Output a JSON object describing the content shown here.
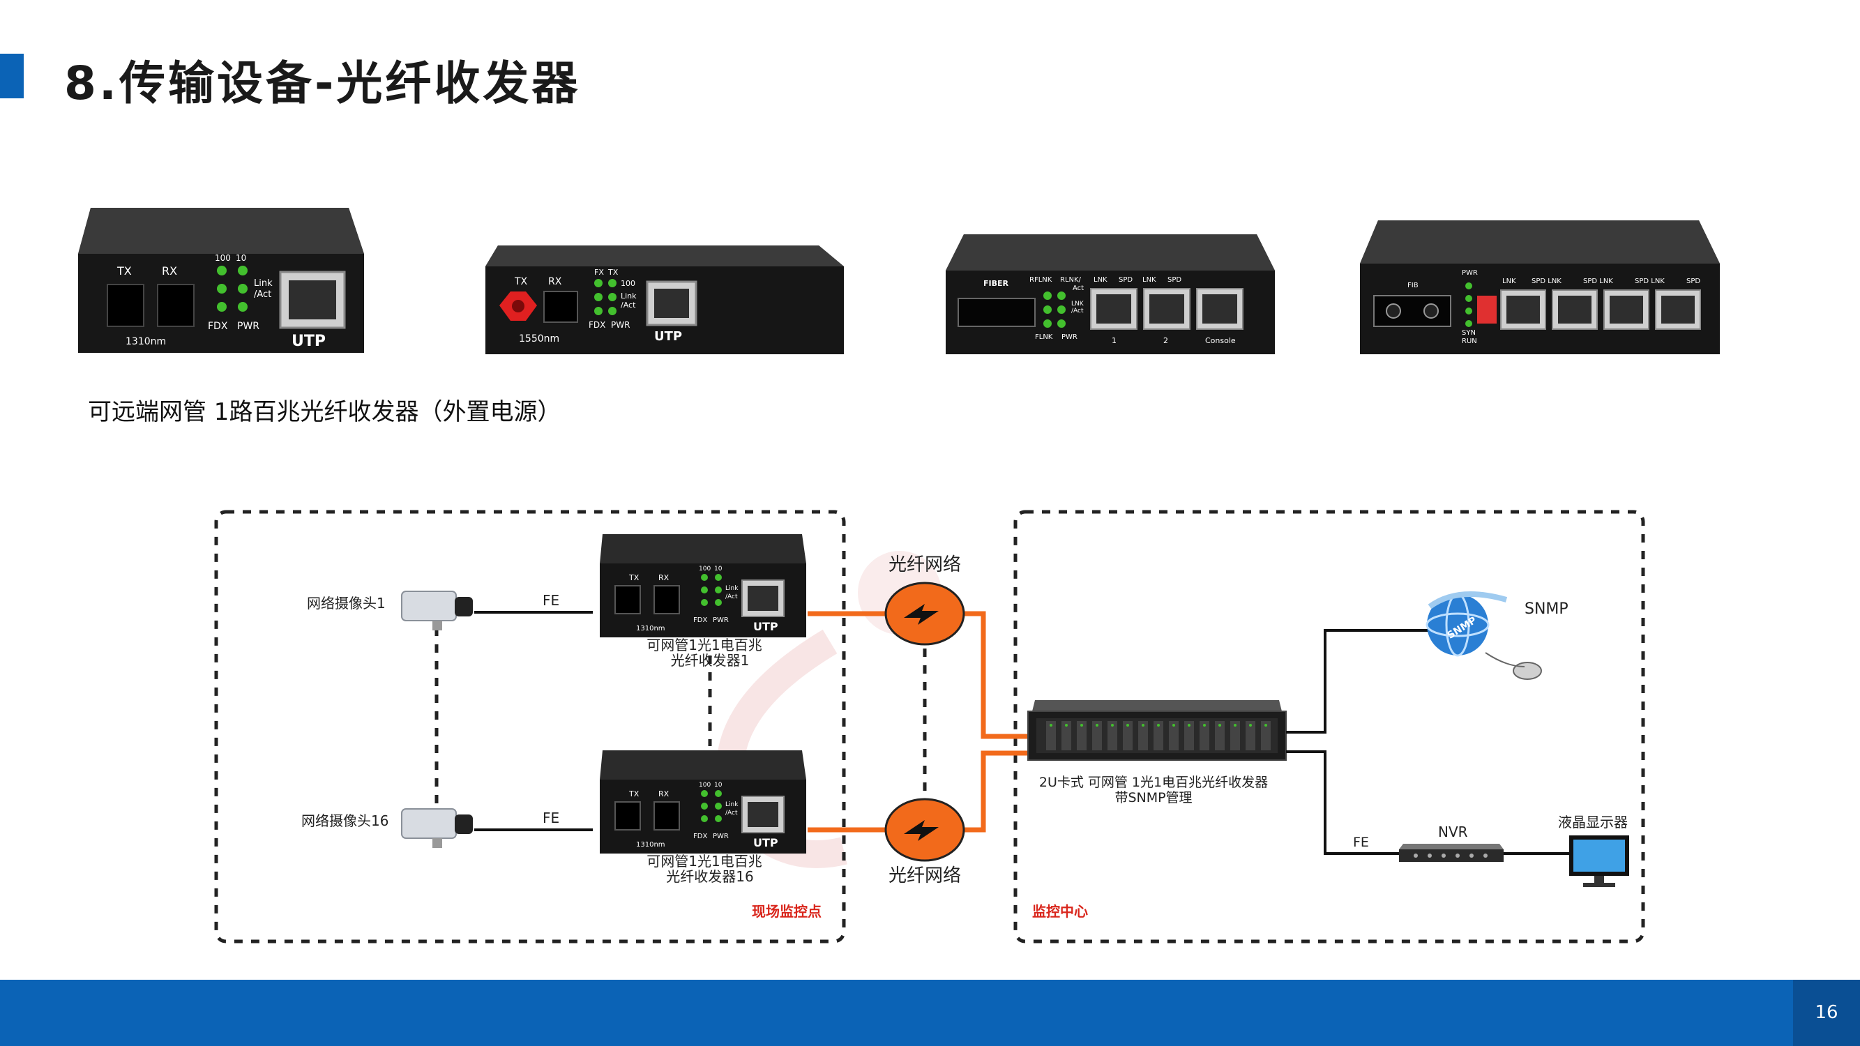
{
  "title": "8.传输设备-光纤收发器",
  "caption": "可远端网管 1路百兆光纤收发器（外置电源）",
  "page_number": "16",
  "products": [
    {
      "labels": {
        "tx": "TX",
        "rx": "RX",
        "s100": "100",
        "s10": "10",
        "link": "Link",
        "act": "/Act",
        "fdx": "FDX",
        "pwr": "PWR",
        "wave": "1310nm",
        "utp": "UTP"
      }
    },
    {
      "labels": {
        "tx": "TX",
        "rx": "RX",
        "fx": "FX",
        "tx2": "TX",
        "s100": "100",
        "link": "Link",
        "act": "/Act",
        "fdx": "FDX",
        "pwr": "PWR",
        "wave": "1550nm",
        "utp": "UTP"
      }
    },
    {
      "labels": {
        "fiber": "FIBER",
        "rflnk": "RFLNK",
        "rlnk": "RLNK/",
        "act": "Act",
        "lnk": "LNK",
        "spd": "SPD",
        "lnk2": "LNK",
        "spd2": "SPD",
        "lnkact": "LNK",
        "lnkact2": "/Act",
        "flnk": "FLNK",
        "pwr": "PWR",
        "p1": "1",
        "p2": "2",
        "console": "Console"
      }
    },
    {
      "labels": {
        "pwr": "PWR",
        "fib": "FIB",
        "syn": "SYN",
        "run": "RUN",
        "lnk": "LNK",
        "spdlnk1": "SPD LNK",
        "spdlnk2": "SPD LNK",
        "spdlnk3": "SPD LNK",
        "spd": "SPD"
      }
    }
  ],
  "diagram": {
    "camera1": "网络摄像头1",
    "camera16": "网络摄像头16",
    "fe1": "FE",
    "fe16": "FE",
    "fe_nvr": "FE",
    "device_tx": "TX",
    "device_rx": "RX",
    "device_100": "100",
    "device_10": "10",
    "device_link": "Link",
    "device_act": "/Act",
    "device_fdx": "FDX",
    "device_pwr": "PWR",
    "device_wave": "1310nm",
    "device_utp": "UTP",
    "transceiver1_line1": "可网管1光1电百兆",
    "transceiver1_line2": "光纤收发器1",
    "transceiver16_line1": "可网管1光1电百兆",
    "transceiver16_line2": "光纤收发器16",
    "fiber_network_top": "光纤网络",
    "fiber_network_bottom": "光纤网络",
    "site": "现场监控点",
    "center": "监控中心",
    "rack_line1": "2U卡式 可网管 1光1电百兆光纤收发器",
    "rack_line2": "带SNMP管理",
    "snmp": "SNMP",
    "snmp_globe_text": "SNMP",
    "nvr": "NVR",
    "lcd": "液晶显示器"
  },
  "colors": {
    "brand_blue": "#0b63b6",
    "fiber_orange": "#f26a1b",
    "device_black": "#1c1c1c",
    "led_green": "#43c02e",
    "label_red": "#d9261c"
  }
}
